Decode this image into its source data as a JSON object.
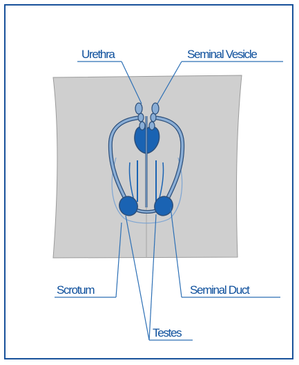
{
  "labels": {
    "urethra": "Urethra",
    "seminal_vesicle": "Seminal Vesicle",
    "scrotum": "Scrotum",
    "seminal_duct": "Seminal Duct",
    "testes": "Testes"
  },
  "colors": {
    "frame": "#17519a",
    "label_text": "#0d4f9c",
    "body_fill": "#cfcfcf",
    "organ_fill": "#1a63b3",
    "duct_light": "#8aaed6",
    "duct_dark": "#2d4f7a",
    "leader_line": "#2c6fb5"
  }
}
